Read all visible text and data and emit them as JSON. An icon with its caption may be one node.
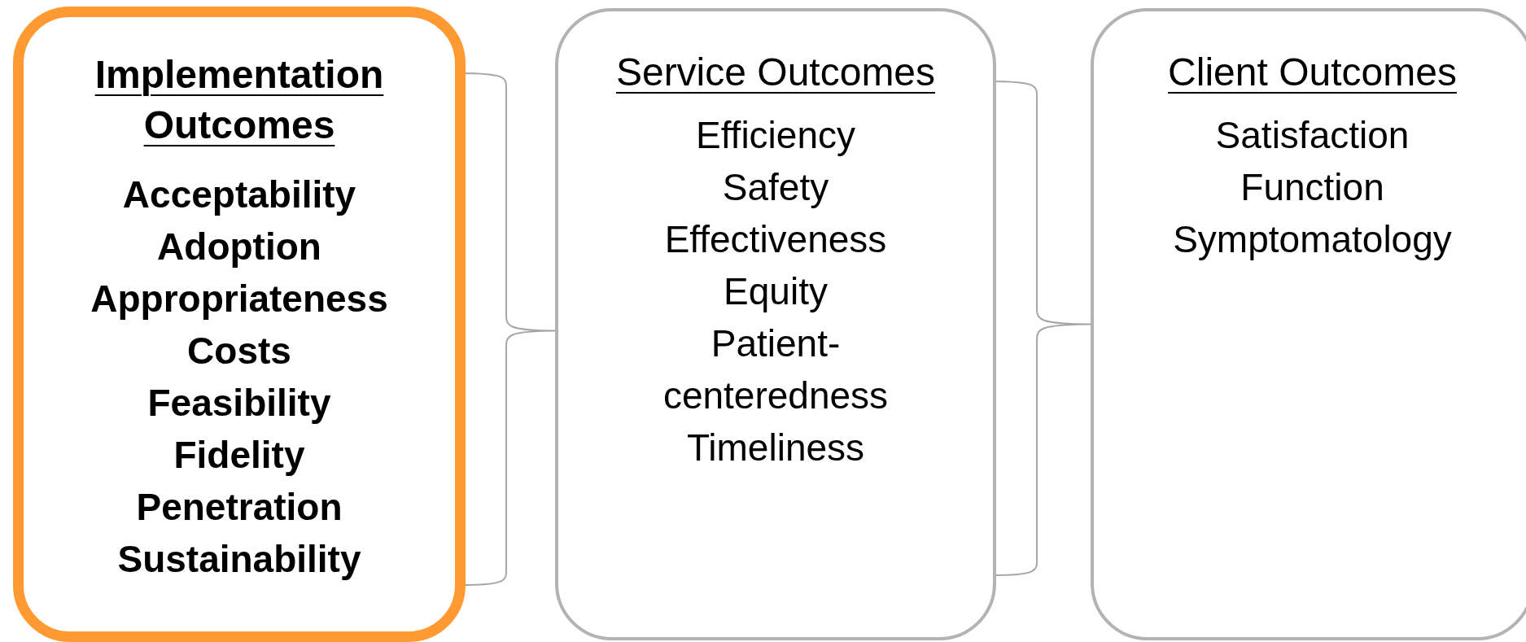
{
  "diagram": {
    "nodes": [
      {
        "text": [
          "Implementation Outcomes",
          "Acceptability",
          "Adoption",
          "Appropriateness",
          "Costs",
          "Feasibility",
          "Fidelity",
          "Penetration",
          "Sustainability"
        ]
      },
      {
        "text": [
          "Service Outcomes",
          "Efficiency",
          "Safety",
          "Effectiveness",
          "Equity",
          "Patient-centeredness",
          "Timeliness"
        ]
      },
      {
        "text": [
          "Client Outcomes",
          "Satisfaction",
          "Function",
          "Symptomatology"
        ]
      }
    ],
    "edges": [
      {
        "from": 0,
        "to": 1,
        "arrow": "none"
      },
      {
        "from": 1,
        "to": 2,
        "arrow": "none"
      }
    ]
  }
}
